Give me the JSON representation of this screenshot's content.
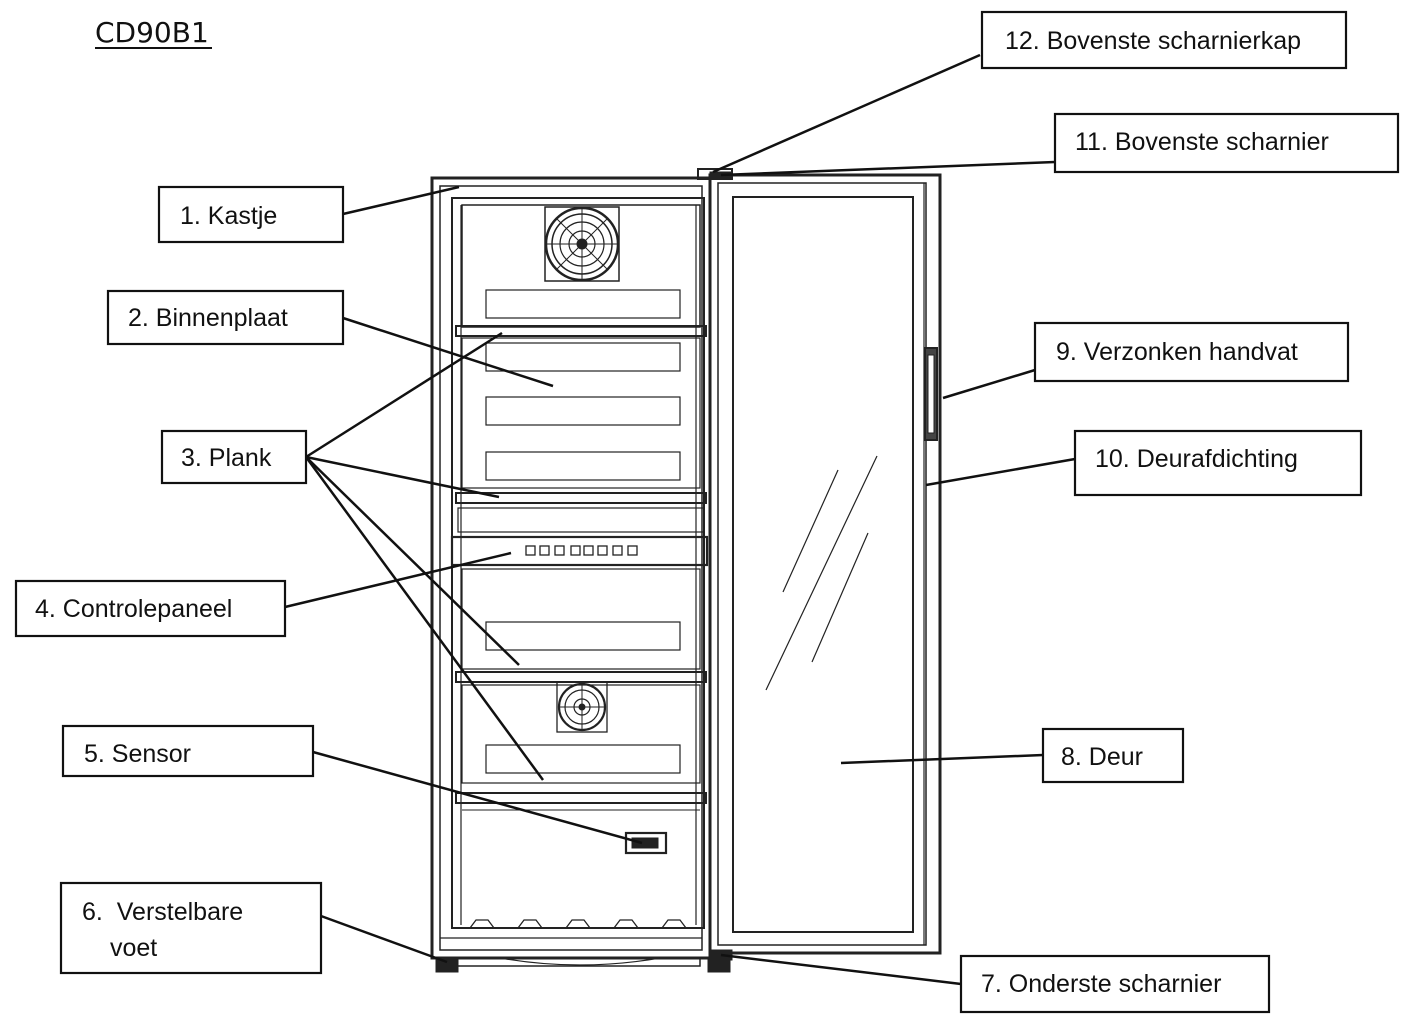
{
  "model": "CD90B1",
  "labels": [
    {
      "id": "l12",
      "lines": [
        "12. Bovenste scharnierkap"
      ]
    },
    {
      "id": "l11",
      "lines": [
        "11. Bovenste scharnier"
      ]
    },
    {
      "id": "l1",
      "lines": [
        "1. Kastje"
      ]
    },
    {
      "id": "l2",
      "lines": [
        "2. Binnenplaat"
      ]
    },
    {
      "id": "l9",
      "lines": [
        "9. Verzonken handvat"
      ]
    },
    {
      "id": "l3",
      "lines": [
        "3. Plank"
      ]
    },
    {
      "id": "l10",
      "lines": [
        "10. Deurafdichting"
      ]
    },
    {
      "id": "l4",
      "lines": [
        "4. Controlepaneel"
      ]
    },
    {
      "id": "l5",
      "lines": [
        "5. Sensor"
      ]
    },
    {
      "id": "l8",
      "lines": [
        "8. Deur"
      ]
    },
    {
      "id": "l6",
      "lines": [
        "6.  Verstelbare",
        "voet"
      ]
    },
    {
      "id": "l7",
      "lines": [
        "7. Onderste scharnier"
      ]
    }
  ]
}
